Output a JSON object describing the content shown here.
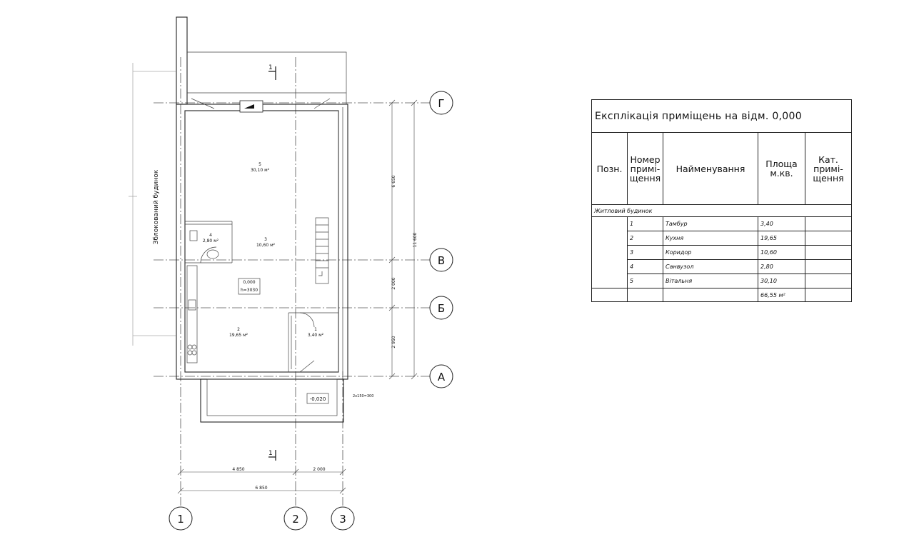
{
  "plan": {
    "axes_letters": [
      "Г",
      "В",
      "Б",
      "А"
    ],
    "axes_numbers": [
      "1",
      "2",
      "3"
    ],
    "section_mark": "1",
    "adjacent_building": "Зблокований будинок",
    "rooms": [
      {
        "num": "5",
        "area": "30,10 м²"
      },
      {
        "num": "4",
        "area": "2,80 м²"
      },
      {
        "num": "3",
        "area": "10,60 м²"
      },
      {
        "num": "2",
        "area": "19,65 м²"
      },
      {
        "num": "1",
        "area": "3,40 м²"
      }
    ],
    "level": "0,000",
    "height": "h=3030",
    "outdoor_level": "-0,020",
    "step_note": "2x150=300",
    "dims_vertical": [
      "6 650",
      "11 600",
      "2 000",
      "2 950"
    ],
    "dims_horizontal": [
      "4 850",
      "2 000",
      "6 850"
    ]
  },
  "schedule": {
    "title": "Експлікація приміщень на відм. 0,000",
    "headers": {
      "pos": "Позн.",
      "num": [
        "Номер",
        "примі-",
        "щення"
      ],
      "name": "Найменування",
      "area": [
        "Площа",
        "м.кв."
      ],
      "cat": [
        "Кат.",
        "примі-",
        "щення"
      ]
    },
    "group": "Житловий будинок",
    "rows": [
      {
        "num": "1",
        "name": "Тамбур",
        "area": "3,40"
      },
      {
        "num": "2",
        "name": "Кухня",
        "area": "19,65"
      },
      {
        "num": "3",
        "name": "Коридор",
        "area": "10,60"
      },
      {
        "num": "4",
        "name": "Санвузол",
        "area": "2,80"
      },
      {
        "num": "5",
        "name": "Вітальня",
        "area": "30,10"
      }
    ],
    "total": "66,55 м²"
  }
}
